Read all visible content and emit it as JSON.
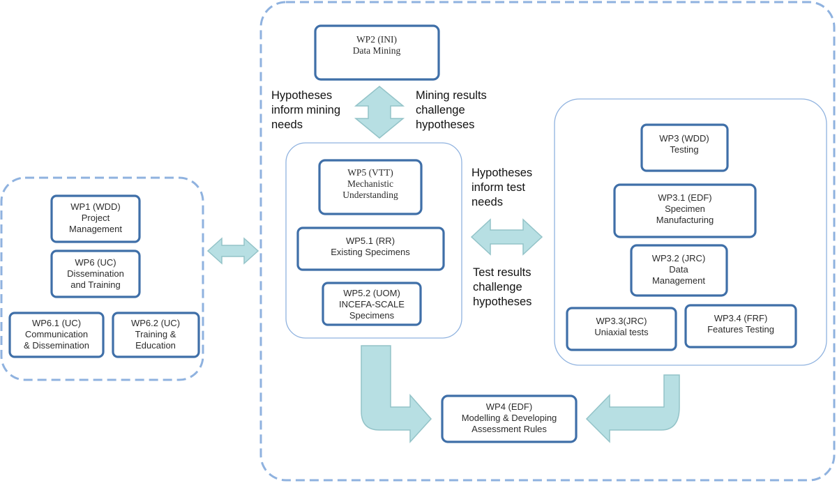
{
  "boxes": {
    "wp1": [
      "WP1 (WDD)",
      "Project",
      "Management"
    ],
    "wp6": [
      "WP6 (UC)",
      "Dissemination",
      "and Training"
    ],
    "wp61": [
      "WP6.1 (UC)",
      "Communication",
      "& Dissemination"
    ],
    "wp62": [
      "WP6.2 (UC)",
      "Training &",
      "Education"
    ],
    "wp2": [
      "WP2 (INI)",
      "Data Mining"
    ],
    "wp5": [
      "WP5 (VTT)",
      "Mechanistic",
      "Understanding"
    ],
    "wp51": [
      "WP5.1 (RR)",
      "Existing Specimens"
    ],
    "wp52": [
      "WP5.2 (UOM)",
      "INCEFA-SCALE",
      "Specimens"
    ],
    "wp3": [
      "WP3 (WDD)",
      "Testing"
    ],
    "wp31": [
      "WP3.1 (EDF)",
      "Specimen",
      "Manufacturing"
    ],
    "wp32": [
      "WP3.2 (JRC)",
      "Data",
      "Management"
    ],
    "wp33": [
      "WP3.3(JRC)",
      "Uniaxial tests"
    ],
    "wp34": [
      "WP3.4 (FRF)",
      "Features Testing"
    ],
    "wp4": [
      "WP4 (EDF)",
      "Modelling & Developing",
      "Assessment Rules"
    ]
  },
  "labels": {
    "hyp_mining": [
      "Hypotheses",
      "inform mining",
      "needs"
    ],
    "mining_results": [
      "Mining results",
      "challenge",
      "hypotheses"
    ],
    "hyp_test": [
      "Hypotheses",
      "inform test",
      "needs"
    ],
    "test_results": [
      "Test results",
      "challenge",
      "hypotheses"
    ]
  },
  "colors": {
    "box_border": "#3f6fa8",
    "group_border": "#8fb2df",
    "arrow_fill": "#b7dfe3"
  }
}
